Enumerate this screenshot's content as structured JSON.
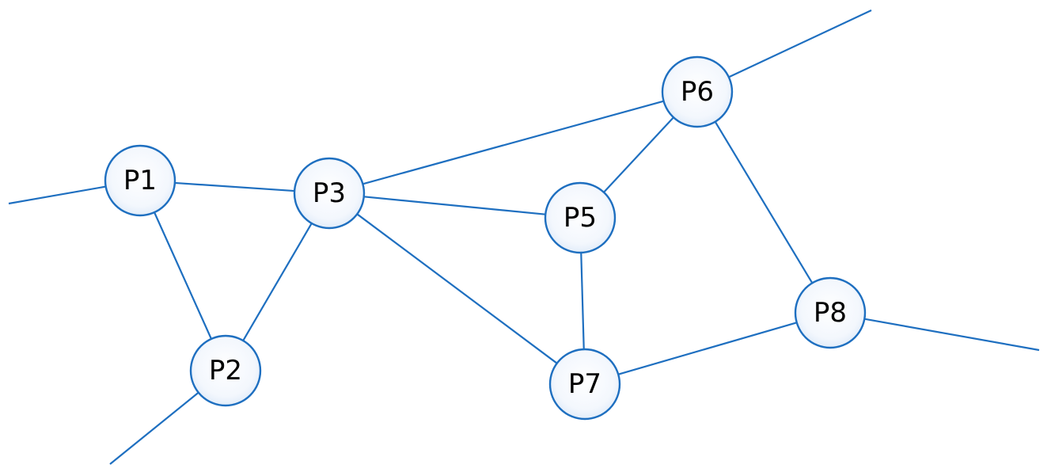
{
  "diagram": {
    "type": "network-graph",
    "colors": {
      "edge": "#1E6FC0",
      "node_border": "#1E6FC0",
      "node_fill_center": "#FFFFFF",
      "node_fill_edge": "#DCE9F8",
      "label": "#000000"
    },
    "nodes": [
      {
        "id": "P1",
        "label": "P1"
      },
      {
        "id": "P2",
        "label": "P2"
      },
      {
        "id": "P3",
        "label": "P3"
      },
      {
        "id": "P5",
        "label": "P5"
      },
      {
        "id": "P6",
        "label": "P6"
      },
      {
        "id": "P7",
        "label": "P7"
      },
      {
        "id": "P8",
        "label": "P8"
      }
    ],
    "edges": [
      {
        "from": "P1",
        "to": "P3"
      },
      {
        "from": "P1",
        "to": "P2"
      },
      {
        "from": "P2",
        "to": "P3"
      },
      {
        "from": "P3",
        "to": "P5"
      },
      {
        "from": "P3",
        "to": "P7"
      },
      {
        "from": "P3",
        "to": "P6"
      },
      {
        "from": "P5",
        "to": "P6"
      },
      {
        "from": "P5",
        "to": "P7"
      },
      {
        "from": "P6",
        "to": "P8"
      },
      {
        "from": "P7",
        "to": "P8"
      }
    ],
    "external_links": [
      {
        "node": "P1",
        "direction": "west"
      },
      {
        "node": "P2",
        "direction": "south-west"
      },
      {
        "node": "P6",
        "direction": "north-east"
      },
      {
        "node": "P8",
        "direction": "east"
      }
    ]
  }
}
